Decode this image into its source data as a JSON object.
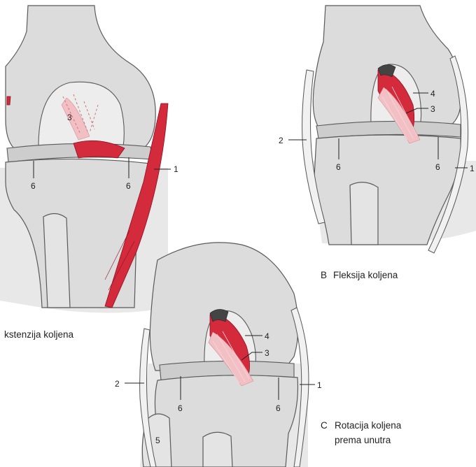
{
  "panel_a": {
    "caption": "kstenzija koljena",
    "labels": {
      "l1": "1",
      "l3": "3",
      "l6a": "6",
      "l6b": "6"
    }
  },
  "panel_b": {
    "caption_letter": "B",
    "caption": "Fleksija koljena",
    "labels": {
      "l1": "1",
      "l2": "2",
      "l3": "3",
      "l4": "4",
      "l6a": "6",
      "l6b": "6"
    }
  },
  "panel_c": {
    "caption_letter": "C",
    "caption_line1": "Rotacija koljena",
    "caption_line2": "prema unutra",
    "labels": {
      "l1": "1",
      "l2": "2",
      "l3": "3",
      "l4": "4",
      "l5": "5",
      "l6a": "6",
      "l6b": "6"
    }
  },
  "colors": {
    "bone": "#dcdcdc",
    "ligament": "#d32a3c",
    "ligament_pale": "#f2c0c4",
    "shadow": "#e6e6e6"
  }
}
